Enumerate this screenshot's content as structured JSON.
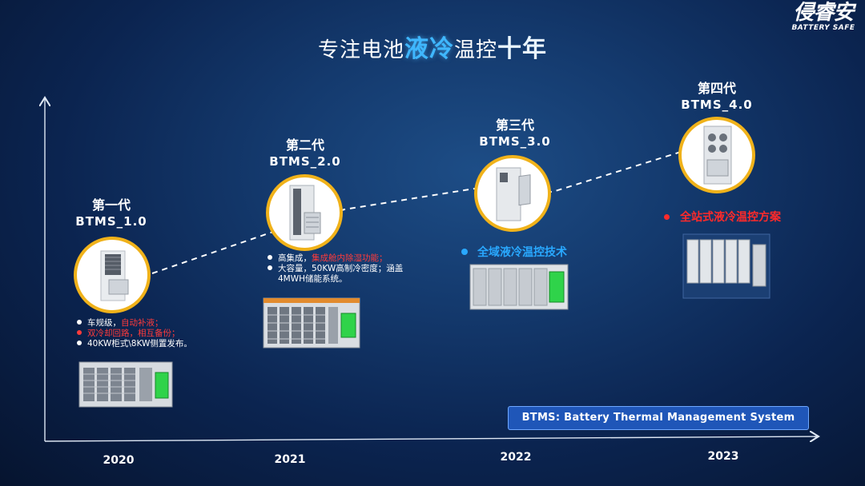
{
  "header": {
    "title_part1": "专注电池",
    "title_highlight": "液冷",
    "title_part2": "温控",
    "title_bold": "十年"
  },
  "logo": {
    "cn": "侵睿安",
    "en": "BATTERY SAFE"
  },
  "generations": [
    {
      "name": "第一代",
      "code": "BTMS_1.0",
      "year": "2020",
      "bullets": [
        {
          "text": "车规级，",
          "highlight": "自动补液；",
          "color": "white"
        },
        {
          "text": "双冷却回路，相互备份；",
          "highlight": "",
          "color": "red"
        },
        {
          "text": "40KW柜式\\8KW侧置发布。",
          "highlight": "",
          "color": "white"
        }
      ]
    },
    {
      "name": "第二代",
      "code": "BTMS_2.0",
      "year": "2021",
      "bullets": [
        {
          "text": "高集成，",
          "highlight": "集成舱内除湿功能；",
          "color": "white"
        },
        {
          "text": "大容量，50KW高制冷密度；涵盖",
          "highlight": "",
          "color": "white"
        },
        {
          "text": "4MWH储能系统。",
          "highlight": "",
          "color": "none"
        }
      ]
    },
    {
      "name": "第三代",
      "code": "BTMS_3.0",
      "year": "2022",
      "feature": "全域液冷温控技术",
      "feature_color": "#29a8ff"
    },
    {
      "name": "第四代",
      "code": "BTMS_4.0",
      "year": "2023",
      "feature": "全站式液冷温控方案",
      "feature_color": "#ff2a2a"
    }
  ],
  "legend": "BTMS:  Battery Thermal Management System",
  "colors": {
    "ring": "#f0b21a",
    "accent_blue": "#3fb7ff",
    "accent_red": "#ff3b3b",
    "legend_bg": "#1f56b8"
  }
}
